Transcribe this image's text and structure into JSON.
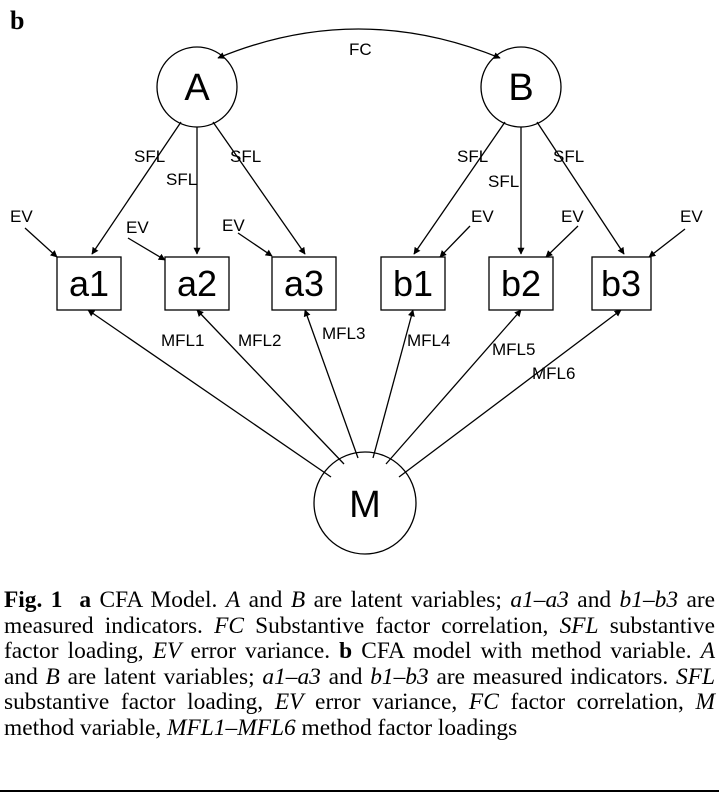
{
  "panel_label": "b",
  "nodes": {
    "A": "A",
    "B": "B",
    "M": "M",
    "a1": "a1",
    "a2": "a2",
    "a3": "a3",
    "b1": "b1",
    "b2": "b2",
    "b3": "b3"
  },
  "edge_labels": {
    "fc": "FC",
    "sfl": "SFL",
    "ev": "EV",
    "mfl": [
      "MFL1",
      "MFL2",
      "MFL3",
      "MFL4",
      "MFL5",
      "MFL6"
    ]
  },
  "caption": {
    "fig": "Fig. 1",
    "a_label": "a",
    "s1": " CFA Model. ",
    "A": "A",
    "and1": " and ",
    "B": "B",
    "s2": " are latent variables; ",
    "a_range": "a1–a3",
    "and2": " and ",
    "b_range": "b1–b3",
    "s3": " are measured indicators. ",
    "FC": "FC",
    "s4": " Substantive factor correlation, ",
    "SFL": "SFL",
    "s5": " substantive factor loading, ",
    "EV": "EV",
    "s6": " error variance. ",
    "b_label": "b",
    "s7": " CFA model with method variable. ",
    "A2": "A",
    "and3": " and ",
    "B2": "B",
    "s8": " are latent variables; ",
    "a_range2": "a1–a3",
    "and4": " and ",
    "b_range2": "b1–b3",
    "s9": " are measured indicators. ",
    "SFL2": "SFL",
    "s10": " substantive factor loading, ",
    "EV2": "EV",
    "s11": " error variance, ",
    "FC2": "FC",
    "s12": " factor correlation, ",
    "M": "M",
    "s13": " method variable, ",
    "MFL": "MFL1–MFL6",
    "s14": " method factor loadings"
  }
}
